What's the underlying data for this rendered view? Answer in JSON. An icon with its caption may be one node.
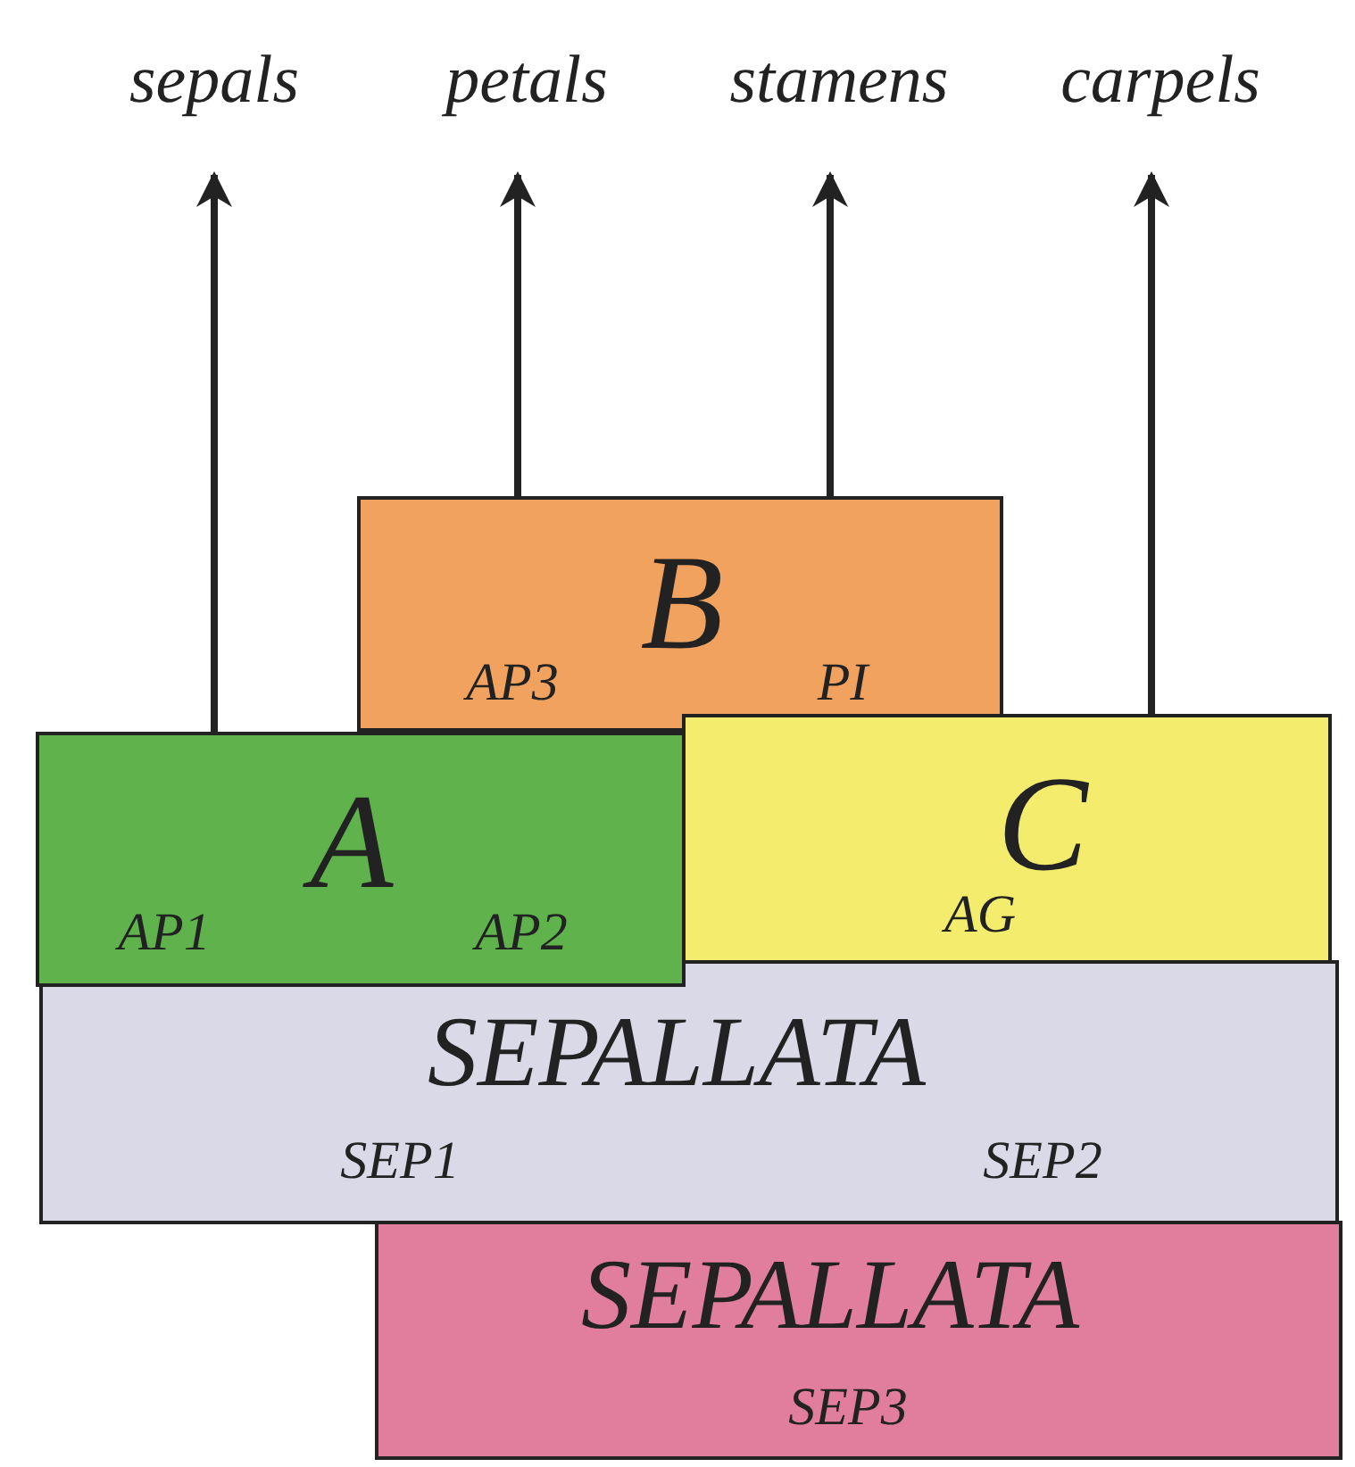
{
  "diagram": {
    "nodes": [
      {
        "text": [
          "sepals"
        ]
      },
      {
        "text": [
          "petals"
        ]
      },
      {
        "text": [
          "stamens"
        ]
      },
      {
        "text": [
          "carpels"
        ]
      },
      {
        "text": [
          "B",
          "AP3",
          "PI"
        ]
      },
      {
        "text": [
          "A",
          "AP1",
          "AP2"
        ]
      },
      {
        "text": [
          "C",
          "AG"
        ]
      },
      {
        "text": [
          "SEPALLATA",
          "SEP1",
          "SEP2"
        ]
      },
      {
        "text": [
          "SEPALLATA",
          "SEP3"
        ]
      }
    ],
    "edges": [
      {
        "from": 5,
        "to": 0,
        "arrow": "to"
      },
      {
        "from": 4,
        "to": 1,
        "arrow": "to"
      },
      {
        "from": 4,
        "to": 2,
        "arrow": "to"
      },
      {
        "from": 6,
        "to": 3,
        "arrow": "to"
      }
    ]
  }
}
